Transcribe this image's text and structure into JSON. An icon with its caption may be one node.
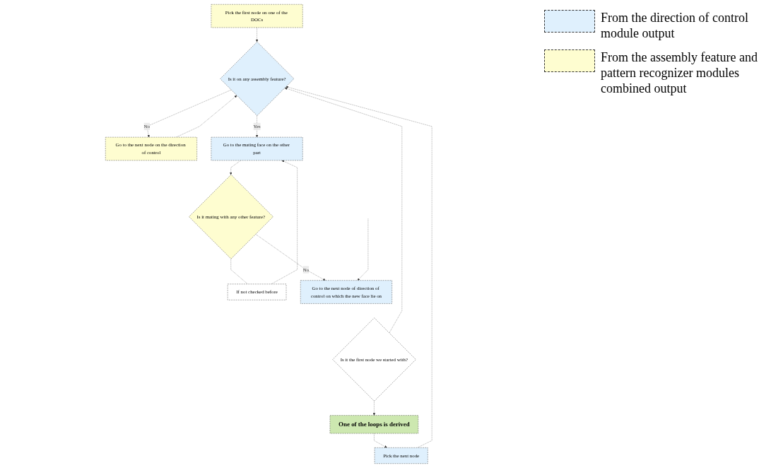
{
  "diagram": {
    "nodes": [
      {
        "text": [
          "Pick the first node on one of the DOCs"
        ]
      },
      {
        "text": [
          "Is it on any assembly feature?"
        ]
      },
      {
        "text": [
          "Go to the next node on the direction of control"
        ]
      },
      {
        "text": [
          "Go to the mating face on the other part"
        ]
      },
      {
        "text": [
          "Is it mating with any other feature?"
        ]
      },
      {
        "text": [
          "If not checked before"
        ]
      },
      {
        "text": [
          "Go to the next node of direction of control on which the new face lie on"
        ]
      },
      {
        "text": [
          "Is it the first node we started with?"
        ]
      },
      {
        "text": [
          "Pick the next node"
        ]
      },
      {
        "text": [
          "One of the loops is derived"
        ]
      }
    ],
    "edges": [
      {
        "from": 0,
        "to": 1,
        "arrow": "to",
        "style": "dashed"
      },
      {
        "from": 1,
        "to": 3,
        "label": "Yes",
        "arrow": "to",
        "style": "dashed"
      },
      {
        "from": 1,
        "to": 2,
        "label": "No",
        "arrow": "to",
        "style": "dashed"
      },
      {
        "from": 2,
        "to": 1,
        "arrow": "to",
        "style": "dashed"
      },
      {
        "from": 3,
        "to": 4,
        "arrow": "to",
        "style": "dashed"
      },
      {
        "from": 4,
        "to": 6,
        "label": "No",
        "arrow": "to",
        "style": "dashed"
      },
      {
        "from": 4,
        "to": 5,
        "arrow": "none",
        "style": "dashed"
      },
      {
        "from": 5,
        "to": 3,
        "arrow": "to",
        "style": "dashed"
      },
      {
        "from": null,
        "to": 6,
        "arrow": "to",
        "style": "dashed"
      },
      {
        "from": 7,
        "to": 1,
        "arrow": "to",
        "style": "dashed"
      },
      {
        "from": 7,
        "to": 9,
        "arrow": "to",
        "style": "dashed"
      },
      {
        "from": 9,
        "to": 8,
        "arrow": "to",
        "style": "dashed"
      },
      {
        "from": 8,
        "to": 1,
        "arrow": "to",
        "style": "dashed"
      }
    ],
    "legend": [
      {
        "text": "From the direction of control module output",
        "color": "#dff0fd"
      },
      {
        "text": "From the assembly feature and pattern recognizer modules combined output",
        "color": "#fefdd0"
      }
    ]
  }
}
